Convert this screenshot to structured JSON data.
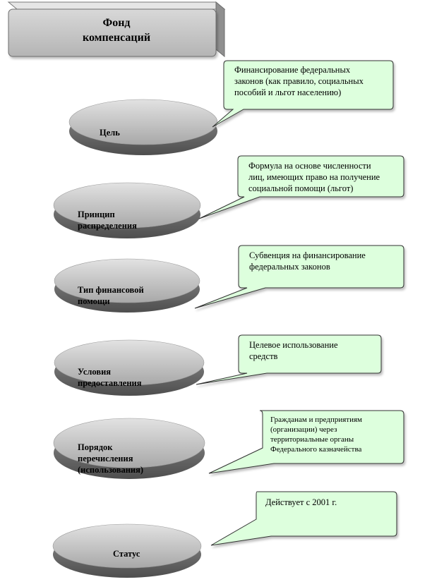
{
  "title": "Фонд\nкомпенсаций",
  "rows": [
    {
      "label": "Цель",
      "text": "Финансирование федеральных\nзаконов (как правило, социальных\nпособий и льгот населению)"
    },
    {
      "label": "Принцип\nраспределения",
      "text": "Формула на основе численности\nлиц, имеющих право на получение\nсоциальной помощи (льгот)"
    },
    {
      "label": "Тип финансовой\nпомощи",
      "text": "Субвенция на финансирование\nфедеральных законов"
    },
    {
      "label": "Условия\nпредоставления",
      "text": "Целевое использование\nсредств"
    },
    {
      "label": "Порядок\nперечисления\n(использования)",
      "text": "Гражданам и предприятиям\n(организации) через\nтерриториальные органы\nФедерального казначейства"
    },
    {
      "label": "Статус",
      "text": "Действует с 2001 г."
    }
  ],
  "colors": {
    "title_fill": "#c8c8c8",
    "title_side": "#8e8e8e",
    "disk_light": "#d0d0d0",
    "disk_dark": "#6a6a6a",
    "callout_fill": "#ddffdd",
    "callout_stroke": "#333333"
  }
}
